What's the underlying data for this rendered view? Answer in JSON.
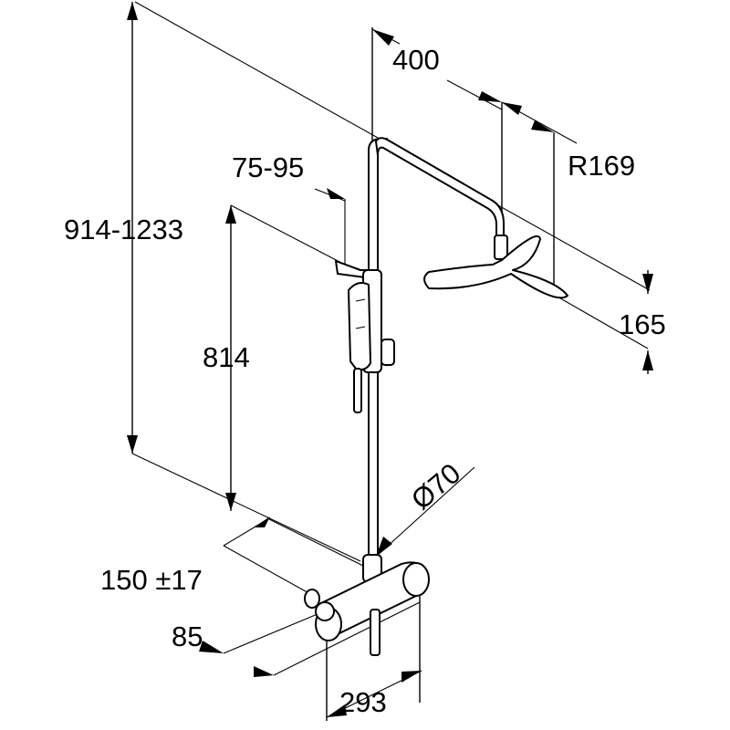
{
  "dimensions": {
    "overall_height": "914-1233",
    "slider_rail_height": "814",
    "hand_shower_offset": "75-95",
    "arm_length": "400",
    "head_radius": "R169",
    "head_height": "165",
    "pipe_diameter": "Ø70",
    "inlet_spacing": "150 ±17",
    "wall_offset": "85",
    "mixer_width": "293"
  },
  "colors": {
    "line": "#000000",
    "background": "#ffffff"
  }
}
